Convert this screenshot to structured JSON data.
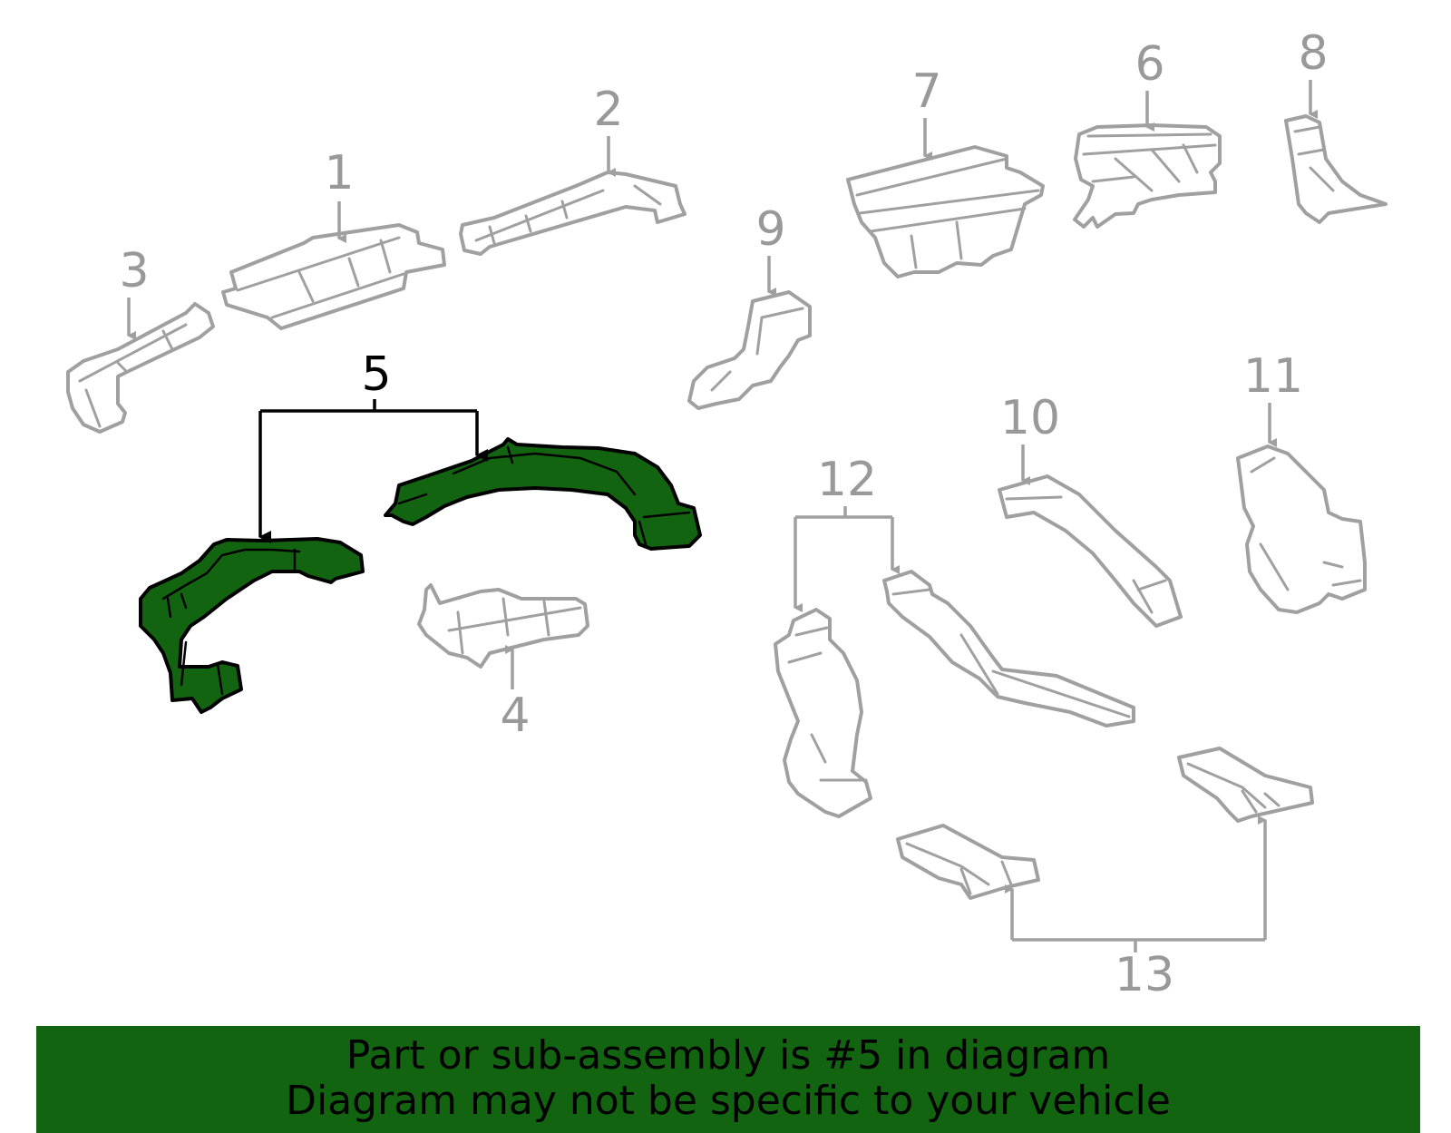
{
  "callouts": {
    "c1": "1",
    "c2": "2",
    "c3": "3",
    "c4": "4",
    "c5": "5",
    "c6": "6",
    "c7": "7",
    "c8": "8",
    "c9": "9",
    "c10": "10",
    "c11": "11",
    "c12": "12",
    "c13": "13"
  },
  "highlight": {
    "part_number": "5",
    "fill_color": "#136410"
  },
  "banner": {
    "line1": "Part or sub-assembly is #5 in diagram",
    "line2": "Diagram may not be specific to your vehicle",
    "background": "#136410"
  },
  "colors": {
    "outline": "#a0a0a0",
    "label": "#999999",
    "highlight_outline": "#000000"
  }
}
